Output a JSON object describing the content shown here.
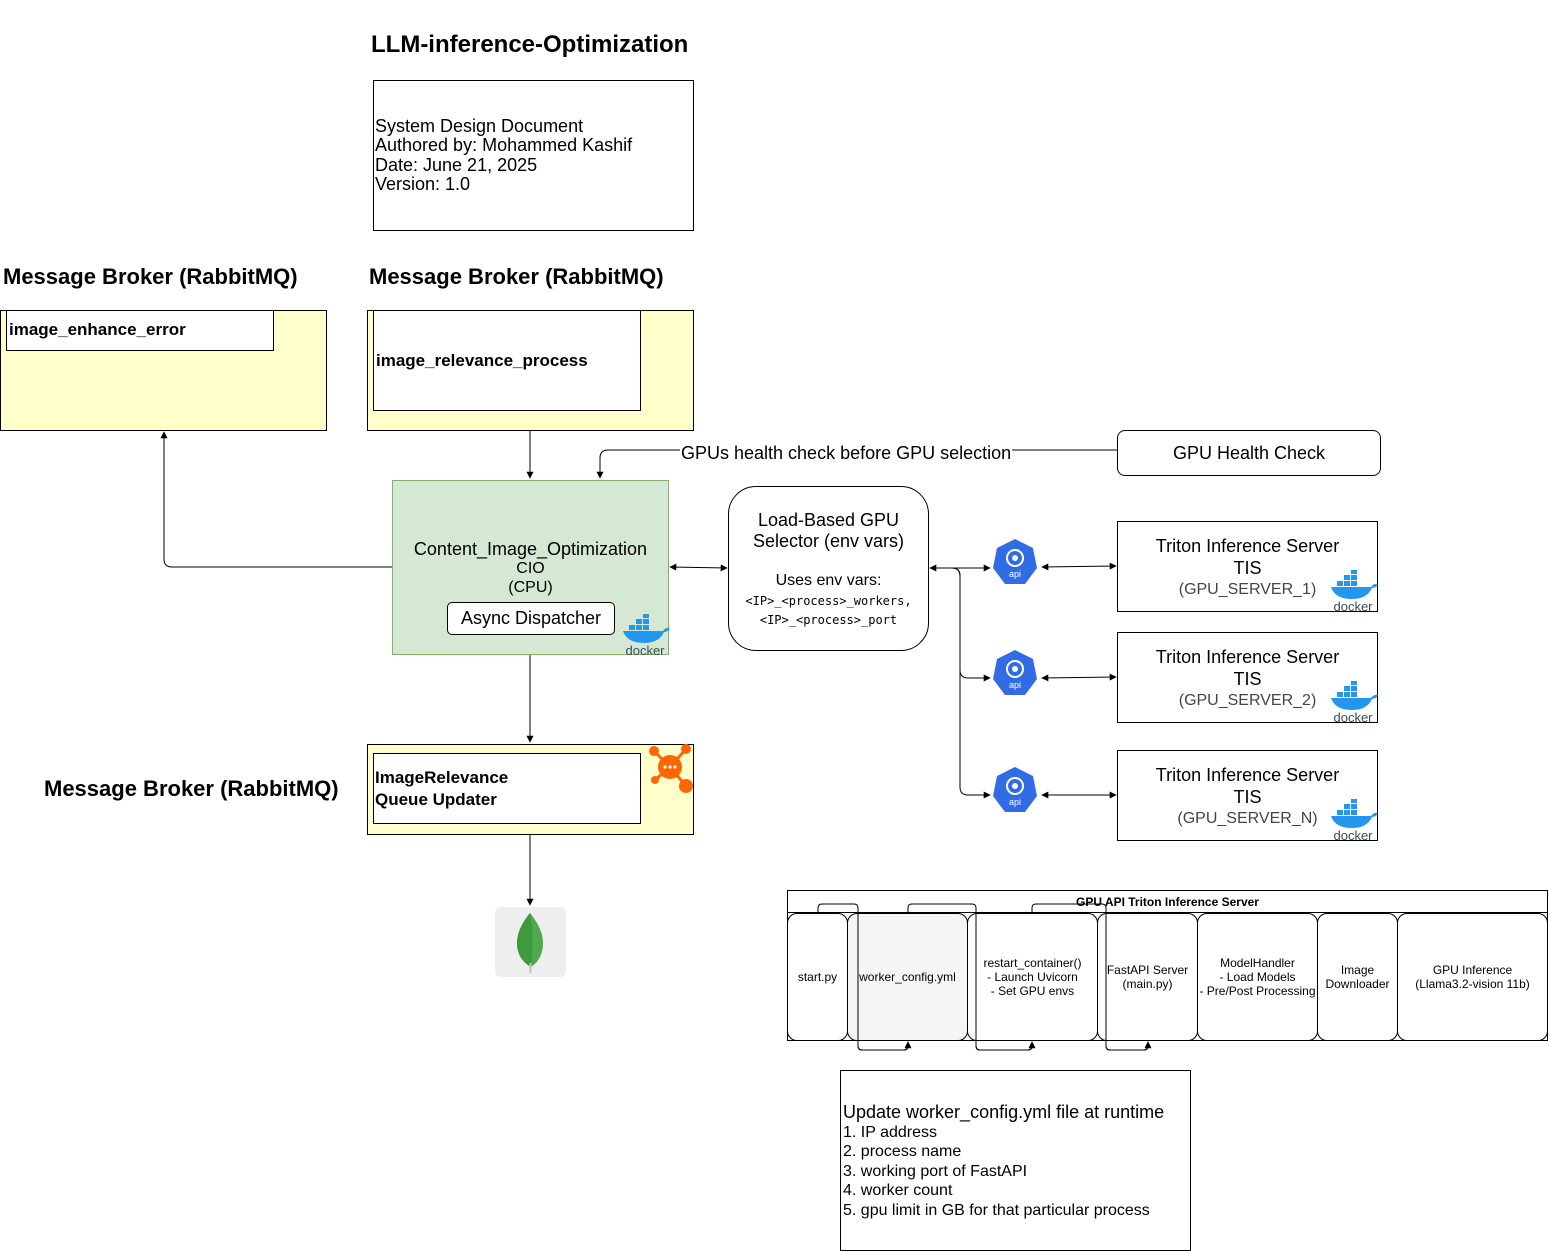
{
  "doc_title": "LLM-inference-Optimization",
  "doc_info": {
    "lines": [
      "System Design Document",
      "Authored by: Mohammed Kashif",
      "Date: June 21, 2025",
      "Version: 1.0"
    ]
  },
  "broker_left": {
    "title": "Message Broker (RabbitMQ)",
    "queue": "image_enhance_error"
  },
  "broker_mid": {
    "title": "Message Broker (RabbitMQ)",
    "queue": "image_relevance_process"
  },
  "broker_bottom": {
    "title": "Message Broker (RabbitMQ)",
    "queue_line1": "ImageRelevance",
    "queue_line2": "Queue Updater"
  },
  "health_edge_label": "GPUs health check before GPU selection",
  "gpu_health": "GPU Health Check",
  "cio": {
    "line1": "Content_Image_Optimization",
    "line2": "CIO",
    "line3": "(CPU)",
    "dispatcher": "Async Dispatcher"
  },
  "selector": {
    "line1": "Load-Based GPU",
    "line2": "Selector (env vars)",
    "uses": "Uses env vars:",
    "var1": "<IP>_<process>_workers,",
    "var2": "<IP>_<process>_port"
  },
  "api_label": "api",
  "docker_label": "docker",
  "triton": [
    {
      "line1": "Triton Inference Server",
      "line2": "TIS",
      "line3": "(GPU_SERVER_1)"
    },
    {
      "line1": "Triton Inference Server",
      "line2": "TIS",
      "line3": "(GPU_SERVER_2)"
    },
    {
      "line1": "Triton Inference Server",
      "line2": "TIS",
      "line3": "(GPU_SERVER_N)"
    }
  ],
  "gpu_api": {
    "title": "GPU API Triton Inference Server",
    "cells": [
      {
        "line1": "start.py",
        "line2": "",
        "line3": ""
      },
      {
        "line1": "worker_config.yml",
        "line2": "",
        "line3": ""
      },
      {
        "line1": "restart_container()",
        "line2": "- Launch Uvicorn",
        "line3": "- Set GPU envs"
      },
      {
        "line1": "FastAPI Server",
        "line2": "(main.py)",
        "line3": ""
      },
      {
        "line1": "ModelHandler",
        "line2": "- Load Models",
        "line3": "- Pre/Post Processing"
      },
      {
        "line1": "Image",
        "line2": "Downloader",
        "line3": ""
      },
      {
        "line1": "GPU Inference",
        "line2": "(Llama3.2-vision 11b)",
        "line3": ""
      }
    ]
  },
  "note": {
    "lines": [
      "Update worker_config.yml file at runtime",
      "1. IP address",
      "2. process name",
      "3. working port of FastAPI",
      "4. worker count",
      "5. gpu limit in GB for that particular process"
    ]
  },
  "colors": {
    "yellow": "#ffffcc",
    "green": "#d5e8d4",
    "green_border": "#82b366",
    "docker_blue": "#2496ed",
    "k8s_blue": "#326ce5",
    "rabbit_orange": "#ff6600",
    "mongo_green": "#4fa94d"
  }
}
